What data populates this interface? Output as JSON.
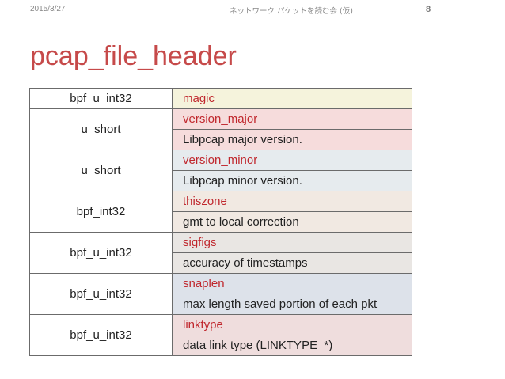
{
  "header": {
    "date": "2015/3/27",
    "title": "ネットワーク パケットを読む会 (仮)",
    "page": "8"
  },
  "slide_title": "pcap_file_header",
  "colors": {
    "title": "#c64a4a",
    "field_name": "#c0272d",
    "row_backgrounds": [
      "#f5f3dc",
      "#f6dcdc",
      "#e6ebee",
      "#f1e9e2",
      "#e9e6e3",
      "#dde2ea",
      "#efdddd"
    ]
  },
  "rows": [
    {
      "type": "bpf_u_int32",
      "name": "magic",
      "desc": ""
    },
    {
      "type": "u_short",
      "name": "version_major",
      "desc": "Libpcap major version."
    },
    {
      "type": "u_short",
      "name": "version_minor",
      "desc": "Libpcap minor version."
    },
    {
      "type": "bpf_int32",
      "name": "thiszone",
      "desc": "gmt to local correction"
    },
    {
      "type": "bpf_u_int32",
      "name": "sigfigs",
      "desc": "accuracy of timestamps"
    },
    {
      "type": "bpf_u_int32",
      "name": "snaplen",
      "desc": "max length saved portion of each pkt"
    },
    {
      "type": "bpf_u_int32",
      "name": "linktype",
      "desc": "data link type (LINKTYPE_*)"
    }
  ]
}
